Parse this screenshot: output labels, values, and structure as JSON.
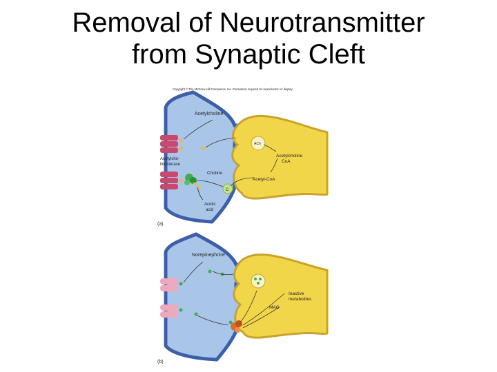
{
  "title": {
    "line1": "Removal of Neurotransmitter",
    "line2": "from Synaptic Cleft"
  },
  "copyright": "Copyright © The McGraw-Hill Companies, Inc. Permission required for reproduction or display.",
  "panel_a": {
    "tag": "(a)",
    "labels": {
      "acetylcholine": "Acetylcholine",
      "enzyme_line1": "Acetylcho-",
      "enzyme_line2": "linesterase",
      "choline": "Choline",
      "acetic_line1": "Acetic",
      "acetic_line2": "acid",
      "ach_coa_line1": "Acetylcholine",
      "ach_coa_line2": "CoA",
      "acetyl_coa": "Acetyl-CoA",
      "vesicle_ach": "ACh",
      "transporter_c": "C"
    }
  },
  "panel_b": {
    "tag": "(b)",
    "labels": {
      "norepinephrine": "Norepinephrine",
      "inactive_line1": "Inactive",
      "inactive_line2": "metabolites",
      "mao": "MAO"
    }
  },
  "colors": {
    "postsynaptic": "#a9c6e8",
    "postsynaptic_edge": "#3d5fa8",
    "presynaptic": "#f2d64a",
    "presynaptic_edge": "#c9a22a",
    "receptor_a": "#c8486e",
    "receptor_b": "#f0a8bc",
    "molecule": "#f0b83c",
    "norepinephrine": "#3fae4a"
  }
}
